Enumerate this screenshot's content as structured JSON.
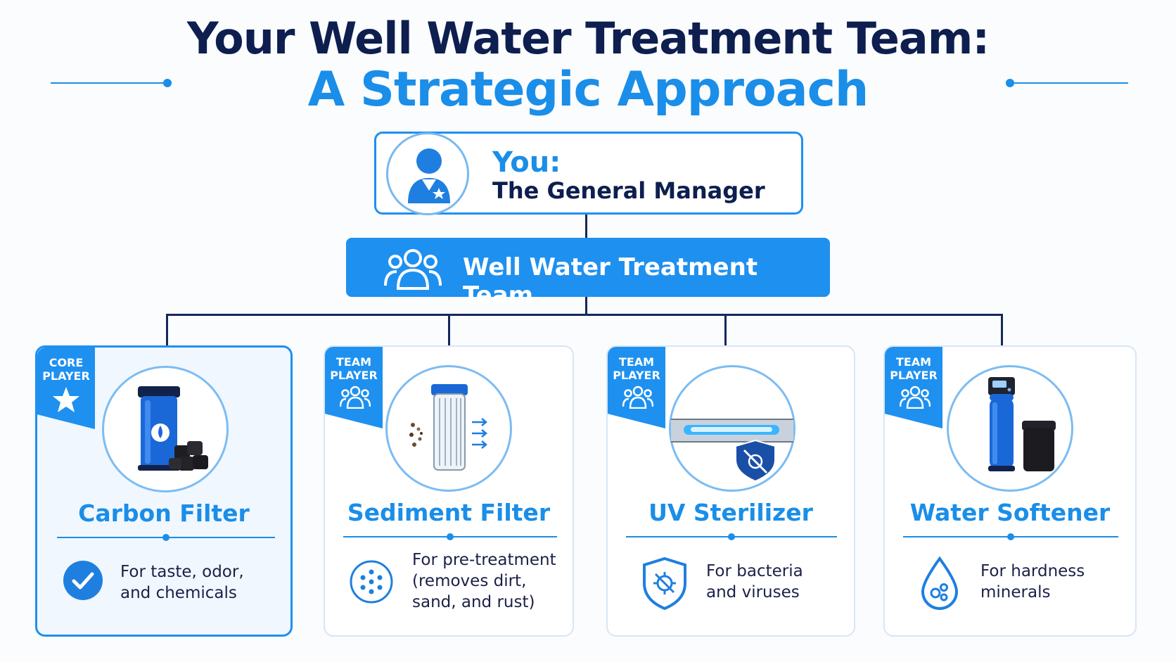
{
  "title": {
    "line1": "Your Well Water Treatment Team:",
    "line2": "A Strategic Approach"
  },
  "manager": {
    "label": "You:",
    "role": "The General Manager",
    "icon": "manager-avatar-icon"
  },
  "team": {
    "label": "Well Water Treatment Team",
    "icon": "team-group-icon"
  },
  "cards": [
    {
      "badge": [
        "CORE",
        "PLAYER"
      ],
      "badge_icon": "star-icon",
      "title": "Carbon Filter",
      "description": [
        "For taste, odor,",
        "and chemicals"
      ],
      "feature_icon": "checkmark-icon"
    },
    {
      "badge": [
        "TEAM",
        "PLAYER"
      ],
      "badge_icon": "team-group-icon",
      "title": "Sediment Filter",
      "description": [
        "For pre-treatment",
        "(removes dirt,",
        "sand, and rust)"
      ],
      "feature_icon": "particles-icon"
    },
    {
      "badge": [
        "TEAM",
        "PLAYER"
      ],
      "badge_icon": "team-group-icon",
      "title": "UV Sterilizer",
      "description": [
        "For bacteria",
        "and viruses"
      ],
      "feature_icon": "virus-shield-icon"
    },
    {
      "badge": [
        "TEAM",
        "PLAYER"
      ],
      "badge_icon": "team-group-icon",
      "title": "Water Softener",
      "description": [
        "For hardness",
        "minerals"
      ],
      "feature_icon": "mineral-drop-icon"
    }
  ],
  "colors": {
    "navy": "#0d1e4f",
    "accent_blue": "#1a8ee8",
    "card_border": "#d6e6f6",
    "core_card_bg": "#f1f7fe"
  }
}
